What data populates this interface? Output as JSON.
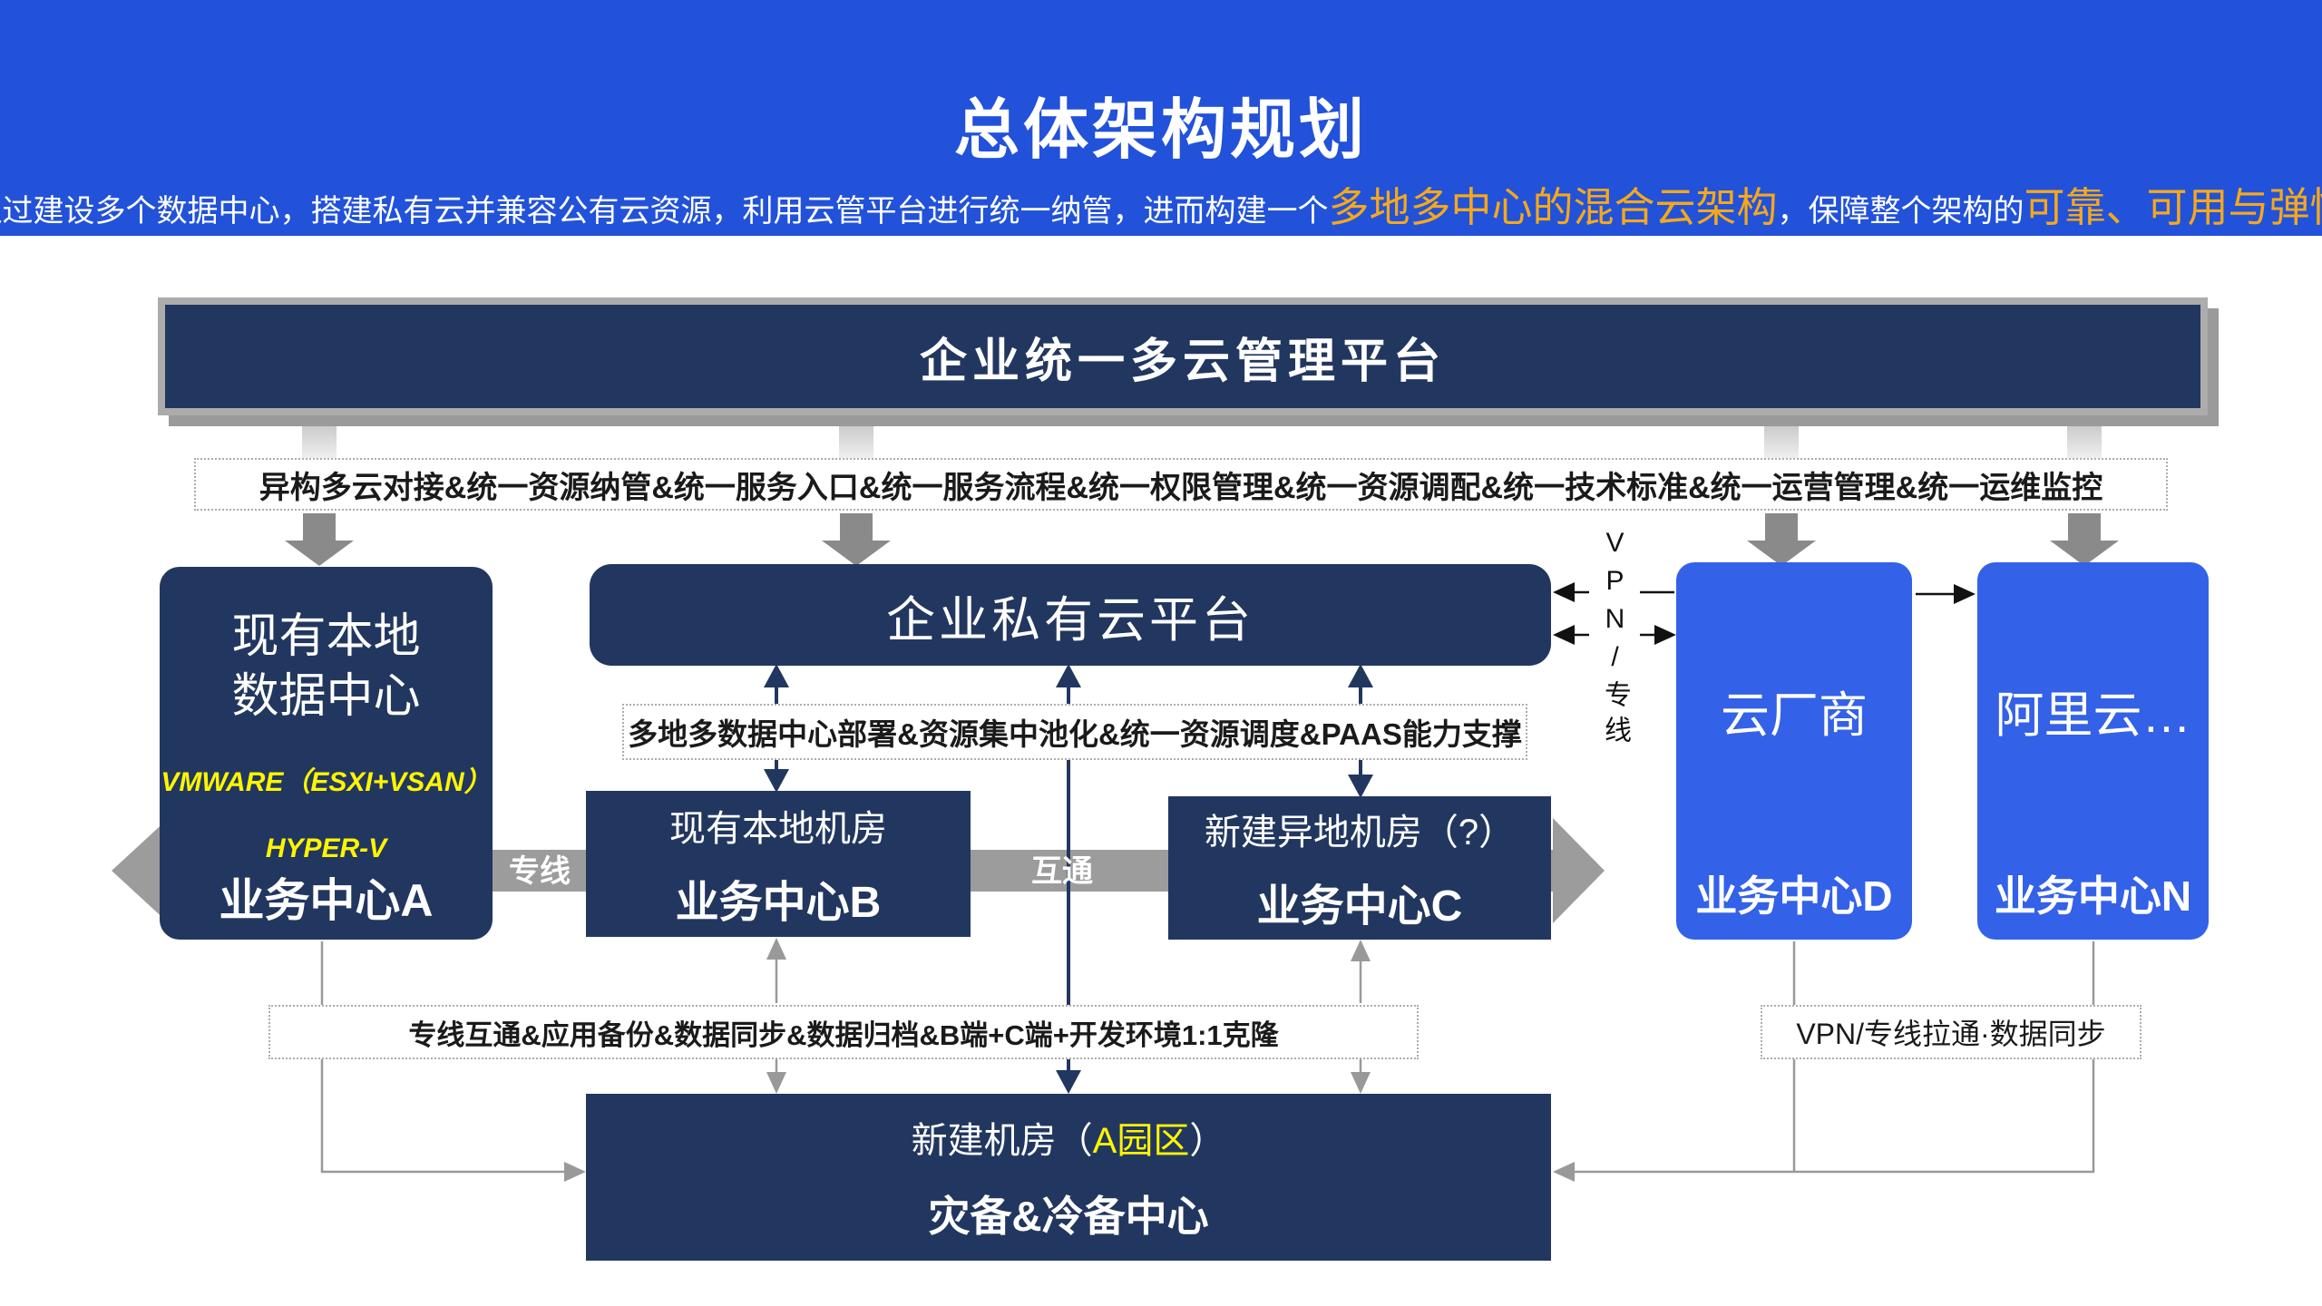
{
  "header": {
    "title": "总体架构规划",
    "subtitle": {
      "s1": "通过建设多个数据中心，搭建私有云并兼容公有云资源，利用云管平台进行统一纳管，进而构建一个",
      "s2": "多地多中心的混合云架构",
      "s3": "，保障整个架构的",
      "s4": "可靠、可用与弹性"
    }
  },
  "banner": {
    "title": "企业统一多云管理平台"
  },
  "capability": {
    "text": "异构多云对接&统一资源纳管&统一服务入口&统一服务流程&统一权限管理&统一资源调配&统一技术标准&统一运营管理&统一运维监控"
  },
  "paas": {
    "text": "多地多数据中心部署&资源集中池化&统一资源调度&PAAS能力支撑"
  },
  "boxes": {
    "datacenter_a": {
      "line1": "现有本地",
      "line2": "数据中心",
      "tech1": "VMWARE（ESXI+VSAN）",
      "tech2": "HYPER-V",
      "label": "业务中心A"
    },
    "private_cloud": {
      "title": "企业私有云平台"
    },
    "room_b": {
      "title": "现有本地机房",
      "label": "业务中心B"
    },
    "room_c": {
      "title": "新建异地机房（?）",
      "label": "业务中心C"
    },
    "cloud_d": {
      "title": "云厂商",
      "label": "业务中心D"
    },
    "cloud_n": {
      "title": "阿里云…",
      "label": "业务中心N"
    },
    "dr_center": {
      "prefix": "新建机房（",
      "highlight": "A园区",
      "suffix": "）",
      "label": "灾备&冷备中心"
    }
  },
  "labels": {
    "dedicated_line": "专线",
    "interconnect": "互通",
    "vpn_vertical": "VPN/专线"
  },
  "sync": {
    "left": "专线互通&应用备份&数据同步&数据归档&B端+C端+开发环境1:1克隆",
    "right": "VPN/专线拉通·数据同步"
  },
  "colors": {
    "header_blue": "#2252D9",
    "gold": "#F5A81C",
    "navy": "#22375F",
    "bright_blue": "#3361E8",
    "band_gray": "#9C9C9C",
    "arrow_gray": "#8A8A8A",
    "line_gray": "#999999",
    "dotted_border": "#ADADAD",
    "yellow": "#FFF500",
    "text_dark": "#1A1A1A"
  }
}
